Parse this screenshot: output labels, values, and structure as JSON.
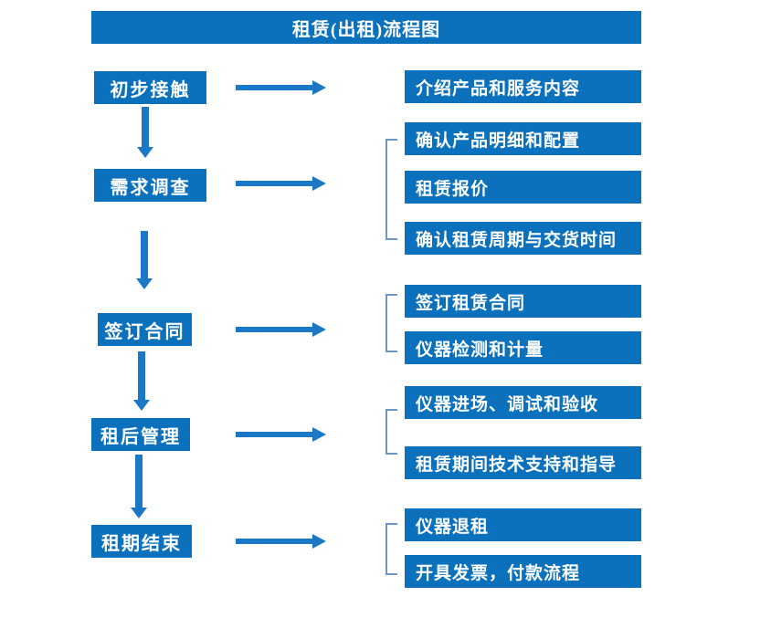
{
  "title": "租赁(出租)流程图",
  "colors": {
    "box_blue": "#0b71bd",
    "arrow_blue": "#1a78c6",
    "bracket_blue": "#7096c8",
    "text_white": "#ffffff",
    "background": "#ffffff"
  },
  "flow": {
    "stages": [
      {
        "label": "初步接触",
        "outputs": [
          "介绍产品和服务内容"
        ]
      },
      {
        "label": "需求调查",
        "outputs": [
          "确认产品明细和配置",
          "租赁报价",
          "确认租赁周期与交货时间"
        ]
      },
      {
        "label": "签订合同",
        "outputs": [
          "签订租赁合同",
          "仪器检测和计量"
        ]
      },
      {
        "label": "租后管理",
        "outputs": [
          "仪器进场、调试和验收",
          "租赁期间技术支持和指导"
        ]
      },
      {
        "label": "租期结束",
        "outputs": [
          "仪器退租",
          "开具发票，付款流程"
        ]
      }
    ]
  }
}
